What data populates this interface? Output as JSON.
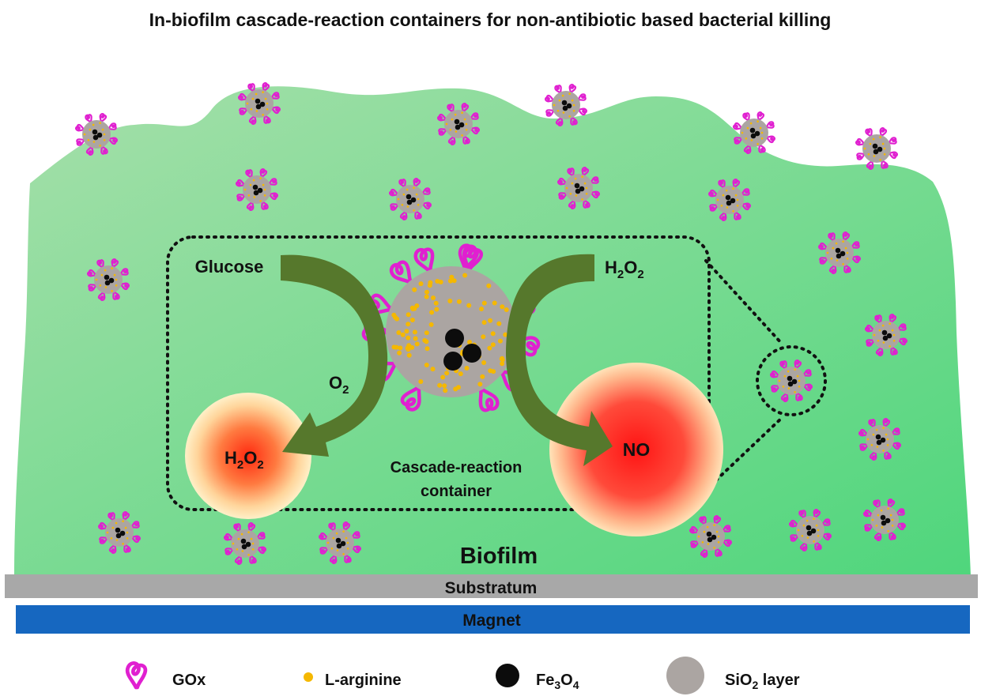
{
  "title": "In-biofilm cascade-reaction containers for non-antibiotic based bacterial killing",
  "labels": {
    "glucose": "Glucose",
    "h2o2_top": {
      "main": "H",
      "sub1": "2",
      "mid": "O",
      "sub2": "2"
    },
    "o2": {
      "main": "O",
      "sub": "2"
    },
    "h2o2_product": {
      "main": "H",
      "sub1": "2",
      "mid": "O",
      "sub2": "2"
    },
    "no": "NO",
    "container_line1": "Cascade-reaction",
    "container_line2": "container",
    "biofilm": "Biofilm",
    "substratum": "Substratum",
    "magnet": "Magnet"
  },
  "legend": {
    "gox": "GOx",
    "l_arginine": "L-arginine",
    "fe3o4": {
      "a": "Fe",
      "b": "3",
      "c": "O",
      "d": "4"
    },
    "sio2": {
      "a": "SiO",
      "b": "2",
      "c": " layer"
    }
  },
  "colors": {
    "biofilm": "#7fd79a",
    "gox": "#e020d0",
    "arginine": "#f5b800",
    "sio2": "#aba5a2",
    "fe3o4": "#0c0c0c",
    "arrow": "#56782c",
    "substratum": "#a8a8a8",
    "magnet": "#1667c0",
    "no_spot": "#ff1a1a",
    "h2o2_spot": "#ff3a1a"
  }
}
